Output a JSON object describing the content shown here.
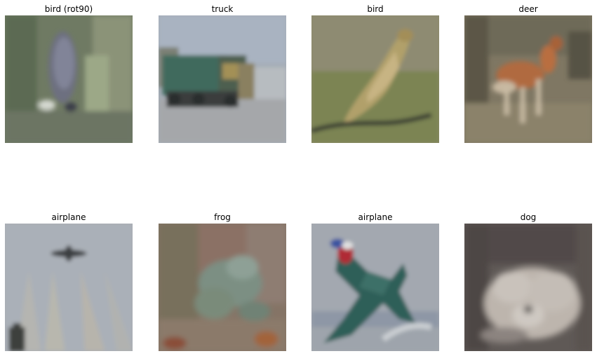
{
  "images": [
    {
      "title": "bird (rot90)",
      "icon": "bird-rotated-image"
    },
    {
      "title": "truck",
      "icon": "truck-image"
    },
    {
      "title": "bird",
      "icon": "bird-image"
    },
    {
      "title": "deer",
      "icon": "deer-image"
    },
    {
      "title": "airplane",
      "icon": "airplane-image"
    },
    {
      "title": "frog",
      "icon": "frog-image"
    },
    {
      "title": "airplane",
      "icon": "airplane-image"
    },
    {
      "title": "dog",
      "icon": "dog-image"
    }
  ]
}
